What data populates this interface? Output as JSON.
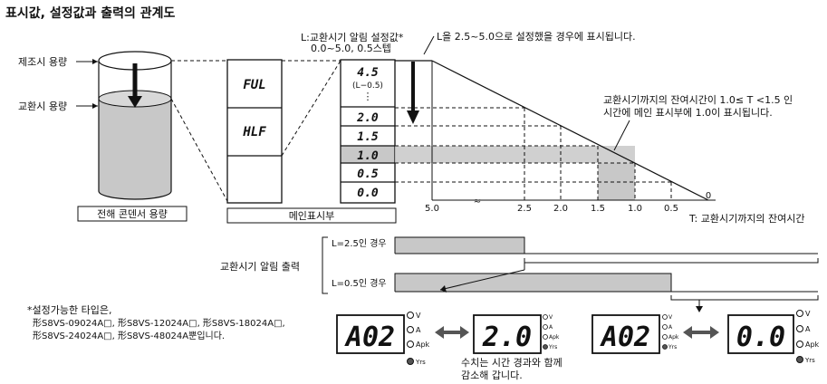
{
  "title": "표시값, 설정값과 출력의 관계도",
  "capacitor": {
    "label_manufacture": "제조시 용량",
    "label_replace": "교환시 용량",
    "caption": "전해 콘덴서 용량"
  },
  "main_display": {
    "caption": "메인표시부",
    "full": "FUL",
    "half": "HLF"
  },
  "setting_note": {
    "line1": "L:교환시기 알림 설정값*",
    "line2": "0.0~5.0, 0.5스텝"
  },
  "l_note": "L을 2.5~5.0으로 설정했을 경우에 표시됩니다.",
  "scale": {
    "top_value": "4.5",
    "top_sub": "(L−0.5)",
    "dots": "⋮",
    "values": [
      "2.0",
      "1.5",
      "1.0",
      "0.5",
      "0.0"
    ]
  },
  "callout": {
    "line1": "교환시기까지의 잔여시간이 1.0≤ T <1.5 인",
    "line2": "시간에 메인 표시부에 1.0이 표시됩니다."
  },
  "axis": {
    "ticks": [
      "5.0",
      "2.5",
      "2.0",
      "1.5",
      "1.0",
      "0.5",
      "0"
    ],
    "break_mark": "≈",
    "label": "T: 교환시기까지의 잔여시간"
  },
  "alarm": {
    "label": "교환시기 알림 출력",
    "l25": "L=2.5인 경우",
    "l05": "L=0.5인 경우"
  },
  "footnote": {
    "line1": "*설정가능한 타입은,",
    "line2": "形S8VS-09024A□, 形S8VS-12024A□, 形S8VS-18024A□,",
    "line3": "形S8VS-24024A□, 形S8VS-48024A뿐입니다."
  },
  "panels": [
    {
      "value": "A02"
    },
    {
      "value": "2.0"
    },
    {
      "value": "A02"
    },
    {
      "value": "0.0"
    }
  ],
  "indicators": {
    "v": "V",
    "a": "A",
    "apk": "Apk",
    "yrs": "Yrs"
  },
  "decrease_note": {
    "line1": "수치는 시간 경과와 함께",
    "line2": "감소해 갑니다."
  },
  "colors": {
    "shade": "#c8c8c8",
    "line": "#111111"
  }
}
